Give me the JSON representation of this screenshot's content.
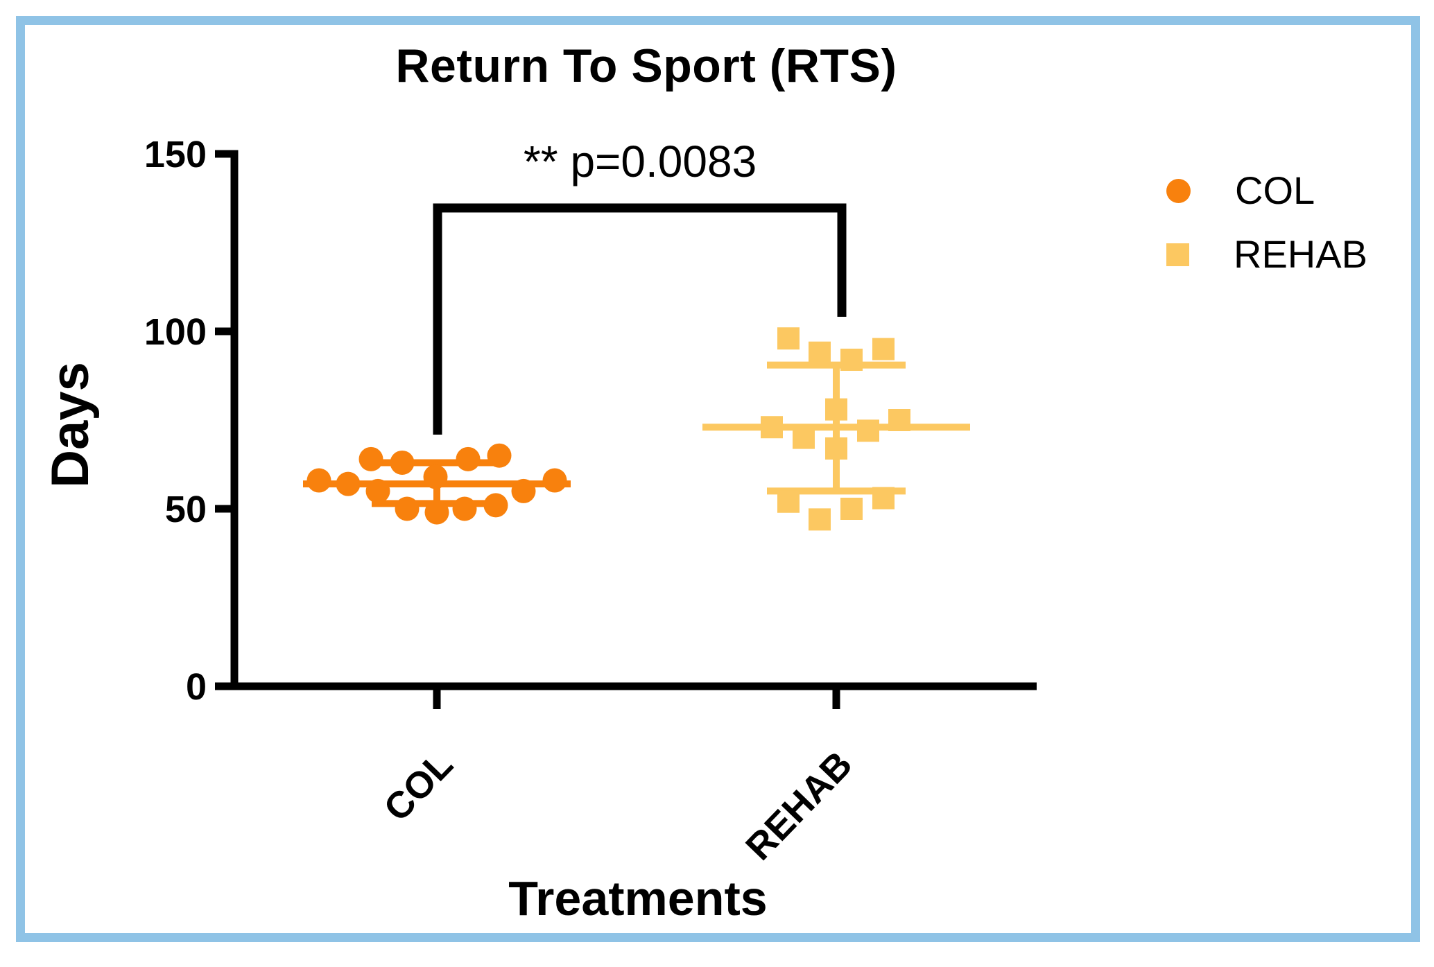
{
  "figure": {
    "title": "Return To Sport (RTS)",
    "annotation": "** p=0.0083",
    "x_axis_title": "Treatments",
    "y_axis_title": "Days",
    "border_color": "#8FC3E6",
    "legend": [
      {
        "label": "COL",
        "marker": "circle-icon",
        "color": "#F8810D"
      },
      {
        "label": "REHAB",
        "marker": "square-icon",
        "color": "#FCC861"
      }
    ]
  },
  "chart_data": {
    "type": "scatter",
    "title": "Return To Sport (RTS)",
    "xlabel": "Treatments",
    "ylabel": "Days",
    "ylim": [
      0,
      150
    ],
    "yticks": [
      0,
      50,
      100,
      150
    ],
    "categories": [
      "COL",
      "REHAB"
    ],
    "legend_position": "right",
    "grid": false,
    "significance": {
      "stars": "**",
      "p_text": "p=0.0083",
      "compared": [
        "COL",
        "REHAB"
      ]
    },
    "series": [
      {
        "name": "COL",
        "marker": "circle",
        "color": "#F8810D",
        "mean": 57,
        "error_upper": 63,
        "error_lower": 51.5,
        "values": [
          64,
          63,
          64,
          65,
          58,
          57,
          59,
          55,
          58,
          55,
          50,
          49,
          50,
          51
        ],
        "jitter_dx": [
          -95,
          -50,
          45,
          90,
          -170,
          -128,
          -2,
          125,
          170,
          -85,
          -43,
          0,
          40,
          85
        ]
      },
      {
        "name": "REHAB",
        "marker": "square",
        "color": "#FCC861",
        "mean": 73,
        "error_upper": 90.5,
        "error_lower": 55,
        "values": [
          98,
          94,
          92,
          95,
          78,
          73,
          70,
          72,
          75,
          67,
          52,
          47,
          50,
          53
        ],
        "jitter_dx": [
          -69,
          -24,
          22,
          68,
          0,
          -93,
          -47,
          46,
          91,
          0,
          -69,
          -24,
          22,
          68
        ]
      }
    ]
  }
}
